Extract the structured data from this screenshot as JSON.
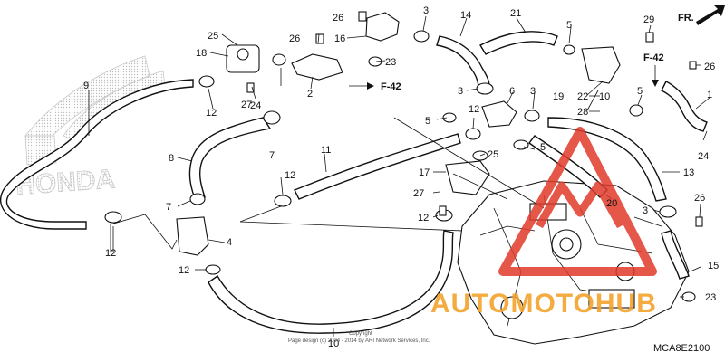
{
  "diagram": {
    "part_labels": [
      "1",
      "2",
      "3",
      "4",
      "5",
      "6",
      "7",
      "8",
      "9",
      "10",
      "11",
      "12",
      "13",
      "14",
      "15",
      "16",
      "17",
      "18",
      "19",
      "20",
      "21",
      "22",
      "23",
      "24",
      "25",
      "26",
      "27",
      "28",
      "29"
    ],
    "callouts": [
      {
        "id": "l25a",
        "text": "25"
      },
      {
        "id": "l18",
        "text": "18"
      },
      {
        "id": "l26a",
        "text": "26"
      },
      {
        "id": "l26b",
        "text": "26"
      },
      {
        "id": "l16",
        "text": "16"
      },
      {
        "id": "l3a",
        "text": "3"
      },
      {
        "id": "l14",
        "text": "14"
      },
      {
        "id": "l21",
        "text": "21"
      },
      {
        "id": "l5a",
        "text": "5"
      },
      {
        "id": "l29",
        "text": "29"
      },
      {
        "id": "l9",
        "text": "9"
      },
      {
        "id": "l24a",
        "text": "24"
      },
      {
        "id": "l2",
        "text": "2"
      },
      {
        "id": "l23a",
        "text": "23"
      },
      {
        "id": "l12a",
        "text": "12"
      },
      {
        "id": "l27a",
        "text": "27"
      },
      {
        "id": "l3b",
        "text": "3"
      },
      {
        "id": "l6",
        "text": "6"
      },
      {
        "id": "l3c",
        "text": "3"
      },
      {
        "id": "l19",
        "text": "19"
      },
      {
        "id": "l22",
        "text": "22"
      },
      {
        "id": "l10a",
        "text": "10"
      },
      {
        "id": "l28",
        "text": "28"
      },
      {
        "id": "l5b",
        "text": "5"
      },
      {
        "id": "l1",
        "text": "1"
      },
      {
        "id": "l26c",
        "text": "26"
      },
      {
        "id": "l5c",
        "text": "5"
      },
      {
        "id": "l12b",
        "text": "12"
      },
      {
        "id": "l7a",
        "text": "7"
      },
      {
        "id": "l8",
        "text": "8"
      },
      {
        "id": "l11",
        "text": "11"
      },
      {
        "id": "l25b",
        "text": "25"
      },
      {
        "id": "l5d",
        "text": "5"
      },
      {
        "id": "l24b",
        "text": "24"
      },
      {
        "id": "l12c",
        "text": "12"
      },
      {
        "id": "l17",
        "text": "17"
      },
      {
        "id": "l27b",
        "text": "27"
      },
      {
        "id": "l13",
        "text": "13"
      },
      {
        "id": "l12d",
        "text": "12"
      },
      {
        "id": "l7b",
        "text": "7"
      },
      {
        "id": "l20",
        "text": "20"
      },
      {
        "id": "l3d",
        "text": "3"
      },
      {
        "id": "l26d",
        "text": "26"
      },
      {
        "id": "l4",
        "text": "4"
      },
      {
        "id": "l12e",
        "text": "12"
      },
      {
        "id": "l15",
        "text": "15"
      },
      {
        "id": "l12f",
        "text": "12"
      },
      {
        "id": "l23b",
        "text": "23"
      },
      {
        "id": "l10b",
        "text": "10"
      }
    ],
    "refs": [
      {
        "id": "f42a",
        "text": "F-42"
      },
      {
        "id": "f42b",
        "text": "F-42"
      }
    ],
    "front_marker": "FR.",
    "diagram_code": "MCA8E2100",
    "copyright_line1": "Copyright",
    "copyright_line2": "Page design (c) 2004 - 2014 by ARI Network Services, Inc.",
    "brand_logo_text": "HONDA",
    "watermark_text": "AUTOMOTOHUB"
  },
  "colors": {
    "ink": "#111111",
    "watermark_orange": "#f3a22c",
    "watermark_red": "#e03a2a",
    "logo_grey": "#9a9a9a"
  }
}
